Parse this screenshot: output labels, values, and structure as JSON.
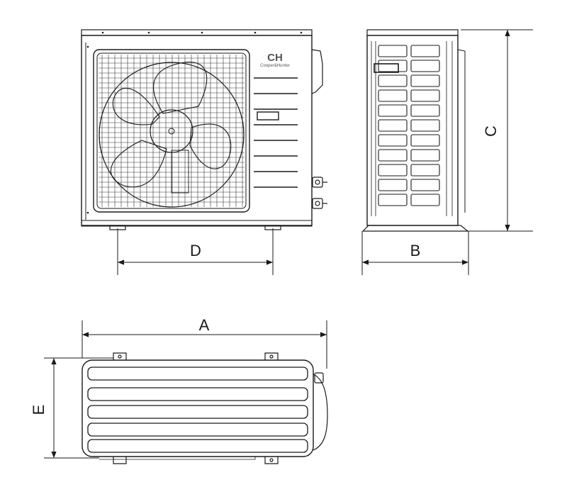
{
  "dimensions": {
    "a": "A",
    "b": "B",
    "c": "C",
    "d": "D",
    "e": "E"
  },
  "brand": {
    "logo_mark": "CH",
    "logo_text": "Cooper&Hunter"
  },
  "colors": {
    "line": "#1a1a1a",
    "fill": "#ffffff"
  }
}
